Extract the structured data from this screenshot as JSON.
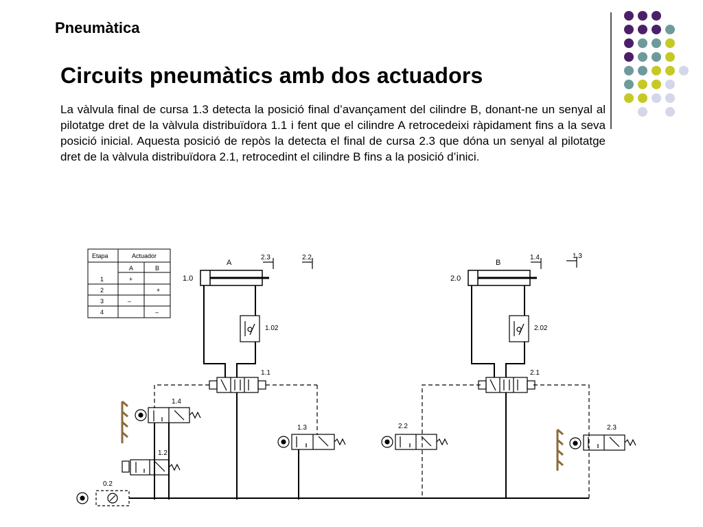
{
  "header": {
    "section_label": "Pneumàtica"
  },
  "slide": {
    "title": "Circuits pneumàtics amb dos actuadors",
    "paragraph": "La vàlvula final de cursa 1.3 detecta la posició final d’avançament del cilindre B, donant-ne un senyal al pilotatge dret de la vàlvula distribuïdora 1.1 i fent que el cilindre A retrocedeixi ràpidament fins a la seva posició inicial. Aquesta posició de repòs la detecta el final de cursa 2.3 que dóna un senyal al pilotatge dret de la vàlvula distribuïdora 2.1, retrocedint el cilindre B fins a la posició d’inici."
  },
  "decor": {
    "colors": {
      "purple": "#4b2069",
      "teal": "#6f9a9c",
      "yellow": "#c6c925",
      "lavender": "#d4d6ea"
    }
  },
  "sequence_table": {
    "header_stage": "Etapa",
    "header_actuator": "Actuador",
    "col_a": "A",
    "col_b": "B",
    "rows": [
      {
        "step": "1",
        "a": "+",
        "b": ""
      },
      {
        "step": "2",
        "a": "",
        "b": "+"
      },
      {
        "step": "3",
        "a": "–",
        "b": ""
      },
      {
        "step": "4",
        "a": "",
        "b": "–"
      }
    ]
  },
  "diagram": {
    "cyl_a_letter": "A",
    "cyl_a_label": "1.0",
    "cyl_b_letter": "B",
    "cyl_b_label": "2.0",
    "flow_a_label": "1.02",
    "flow_b_label": "2.02",
    "valve_11": "1.1",
    "valve_21": "2.1",
    "valve_14": "1.4",
    "valve_13": "1.3",
    "valve_12": "1.2",
    "valve_22": "2.2",
    "valve_23": "2.3",
    "source": "0.2",
    "mark_23": "2.3",
    "mark_22": "2.2",
    "mark_14": "1.4",
    "mark_13": "1.3"
  }
}
